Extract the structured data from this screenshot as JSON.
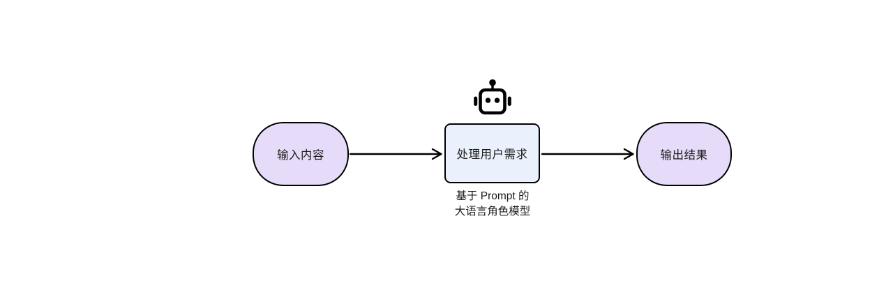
{
  "diagram": {
    "background_color": "#ffffff",
    "stroke_color": "#000000",
    "nodes": {
      "input": {
        "label": "输入内容",
        "fill": "#e6dbf8",
        "shape": "stadium"
      },
      "process": {
        "label": "处理用户需求",
        "fill": "#eaf1fc",
        "shape": "rounded-rect"
      },
      "output": {
        "label": "输出结果",
        "fill": "#e6dbf8",
        "shape": "stadium"
      }
    },
    "caption": {
      "line1": "基于 Prompt 的",
      "line2": "大语言角色模型"
    },
    "icons": {
      "process_icon": "robot-icon"
    },
    "arrows": [
      {
        "from": "输入内容",
        "to": "处理用户需求"
      },
      {
        "from": "处理用户需求",
        "to": "输出结果"
      }
    ]
  }
}
